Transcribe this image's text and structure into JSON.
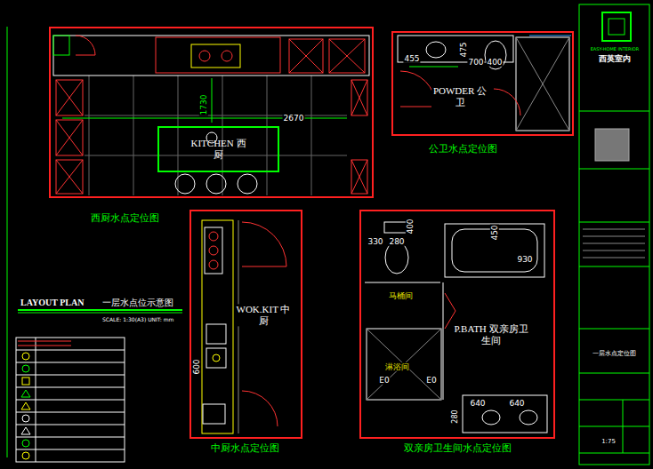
{
  "diagram": {
    "nodes": [
      {
        "text": [
          "西厨水点定位图"
        ]
      },
      {
        "text": [
          "KITCHEN 西厨"
        ],
        "in": 0
      },
      {
        "text": [
          "公卫水点定位图"
        ]
      },
      {
        "text": [
          "中厨水点定位图"
        ]
      },
      {
        "text": [
          "双亲房卫生间水点定位图"
        ]
      }
    ],
    "labels": [
      "1730",
      "2670",
      "POWDER 公卫",
      "455",
      "475",
      "700",
      "400",
      "WOK.KIT 中厨",
      "600",
      "330",
      "280",
      "400",
      "450",
      "930",
      "马桶间",
      "P.BATH 双亲房卫生间",
      "淋浴间",
      "E0",
      "E0",
      "640",
      "640",
      "280",
      "LAYOUT PLAN",
      "一层水点位示意图",
      "SCALE: 1:30(A3) UNIT: mm",
      "EASY-HOME INTERIOR",
      "西英室内",
      "一层水点定位图",
      "1:75"
    ]
  }
}
